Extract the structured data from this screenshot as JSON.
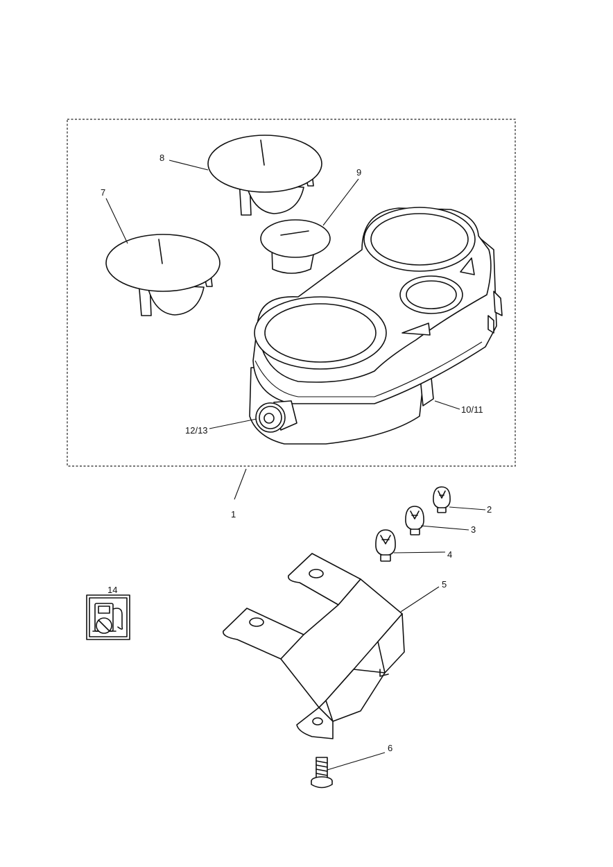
{
  "callouts": {
    "c1": "1",
    "c2": "2",
    "c3": "3",
    "c4": "4",
    "c5": "5",
    "c6": "6",
    "c7": "7",
    "c8": "8",
    "c9": "9",
    "c10_11": "10/11",
    "c12_13": "12/13",
    "c14": "14"
  }
}
